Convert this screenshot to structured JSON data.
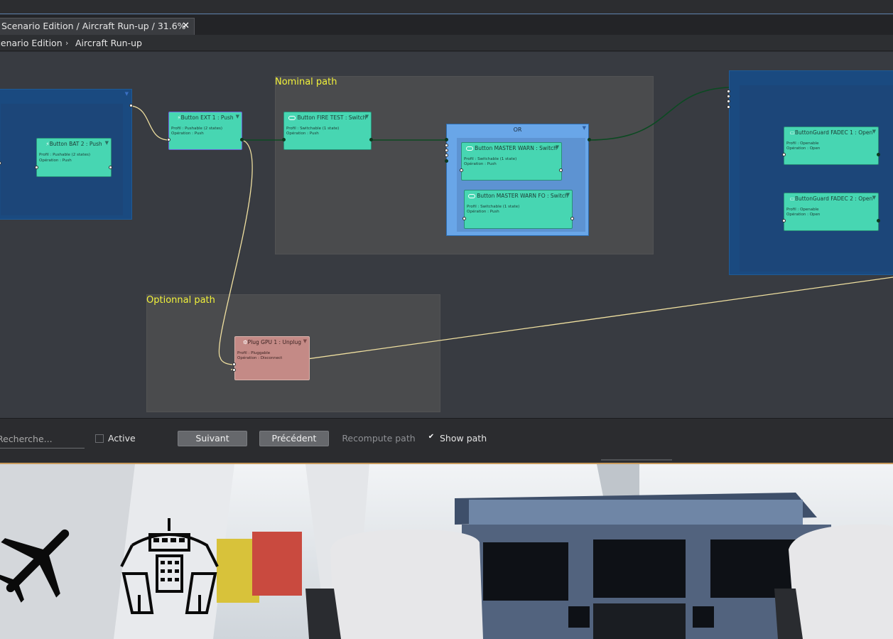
{
  "tab": {
    "title": "Scenario Edition / Aircraft Run-up / 31.6%",
    "close_glyph": "✕"
  },
  "breadcrumb": {
    "items": [
      "cenario Edition",
      "Aircraft Run-up"
    ],
    "separator": "›"
  },
  "graph": {
    "groups": {
      "nominal": "Nominal path",
      "optional": "Optionnal path"
    },
    "or_label": "OR",
    "nodes": {
      "bat2": {
        "title": "Button BAT 2 : Push",
        "profile": "Profil : Pushable (2 states)",
        "operation": "Opération : Push"
      },
      "ext1": {
        "title": "Button EXT 1 : Push",
        "profile": "Profil : Pushable (2 states)",
        "operation": "Opération : Push"
      },
      "fire": {
        "title": "Button FIRE TEST : Switch",
        "profile": "Profil : Switchable (1 state)",
        "operation": "Opération : Push"
      },
      "mw": {
        "title": "Button MASTER WARN : Switch",
        "profile": "Profil : Switchable (1 state)",
        "operation": "Opération : Push"
      },
      "mwfo": {
        "title": "Button MASTER WARN FO : Switch",
        "profile": "Profil : Switchable (1 state)",
        "operation": "Opération : Push"
      },
      "fadec1": {
        "title": "ButtonGuard FADEC 1 : Open",
        "profile": "Profil : Openable",
        "operation": "Opération : Open"
      },
      "fadec2": {
        "title": "ButtonGuard FADEC 2 : Open",
        "profile": "Profil : Openable",
        "operation": "Opération : Open"
      },
      "gpu": {
        "title": "Plug GPU 1 : Unplug",
        "profile": "Profil : Pluggable",
        "operation": "Opération : Disconnect"
      }
    }
  },
  "toolbar": {
    "search_placeholder": "Recherche...",
    "active_label": "Active",
    "next_label": "Suivant",
    "prev_label": "Précédent",
    "recompute_label": "Recompute path",
    "show_path_label": "Show path",
    "show_path_checked": true,
    "active_checked": false
  },
  "colors": {
    "node": "#47d6b2",
    "node_red": "#c48a86",
    "group_label": "#f2f23a",
    "link_yellow": "#f0e0a0",
    "link_green": "#0c4a22",
    "blue_box": "#1a4a80",
    "or_box": "#69a6e8"
  },
  "icons": [
    "close-icon",
    "chevron-right-icon",
    "toggle-switch-icon",
    "plug-icon",
    "airplane-icon",
    "cockpit-icon",
    "check-icon"
  ]
}
